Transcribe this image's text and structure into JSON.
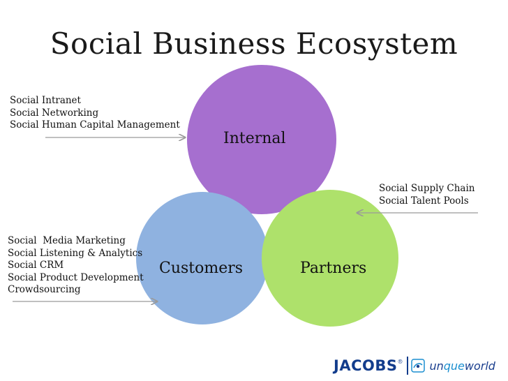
{
  "title": "Social Business Ecosystem",
  "circles": {
    "internal": {
      "label": "Internal",
      "color": "#a66fcf"
    },
    "customers": {
      "label": "Customers",
      "color": "#8fb2e0"
    },
    "partners": {
      "label": "Partners",
      "color": "#aee16b"
    }
  },
  "annotations": {
    "internal": [
      "Social Intranet",
      "Social Networking",
      "Social Human Capital Management"
    ],
    "partners": [
      "Social Supply Chain",
      "Social Talent Pools"
    ],
    "customers": [
      "Social  Media Marketing",
      "Social Listening & Analytics",
      "Social CRM",
      "Social Product Development",
      "Crowdsourcing"
    ]
  },
  "logo": {
    "jacobs": "JACOBS",
    "reg": "®",
    "unique_pre": "un",
    "unique_q": "que",
    "unique_post": "world"
  },
  "colors": {
    "arrow": "#9a9a9a"
  }
}
